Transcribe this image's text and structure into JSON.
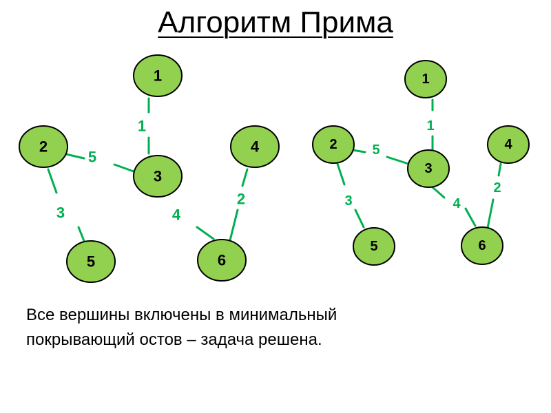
{
  "title": "Алгоритм Прима",
  "caption": {
    "line1": "Все вершины включены в минимальный",
    "line2": "покрывающий остов – задача решена."
  },
  "colors": {
    "node_fill": "#92d050",
    "node_stroke": "#000000",
    "edge": "#00b050",
    "edge_label": "#00b050",
    "node_label": "#000000"
  },
  "graphs": [
    {
      "name": "graph-left",
      "nodes": [
        {
          "id": "1",
          "label": "1"
        },
        {
          "id": "2",
          "label": "2"
        },
        {
          "id": "3",
          "label": "3"
        },
        {
          "id": "4",
          "label": "4"
        },
        {
          "id": "5",
          "label": "5"
        },
        {
          "id": "6",
          "label": "6"
        }
      ],
      "edges": [
        {
          "from": "1",
          "to": "3",
          "weight": "1"
        },
        {
          "from": "2",
          "to": "3",
          "weight": "5"
        },
        {
          "from": "2",
          "to": "5",
          "weight": "3"
        },
        {
          "from": "3",
          "to": "6",
          "weight": "4"
        },
        {
          "from": "4",
          "to": "6",
          "weight": "2"
        }
      ]
    },
    {
      "name": "graph-right",
      "nodes": [
        {
          "id": "1",
          "label": "1"
        },
        {
          "id": "2",
          "label": "2"
        },
        {
          "id": "3",
          "label": "3"
        },
        {
          "id": "4",
          "label": "4"
        },
        {
          "id": "5",
          "label": "5"
        },
        {
          "id": "6",
          "label": "6"
        }
      ],
      "edges": [
        {
          "from": "1",
          "to": "3",
          "weight": "1"
        },
        {
          "from": "2",
          "to": "3",
          "weight": "5"
        },
        {
          "from": "2",
          "to": "5",
          "weight": "3"
        },
        {
          "from": "3",
          "to": "6",
          "weight": "4"
        },
        {
          "from": "4",
          "to": "6",
          "weight": "2"
        }
      ]
    }
  ]
}
